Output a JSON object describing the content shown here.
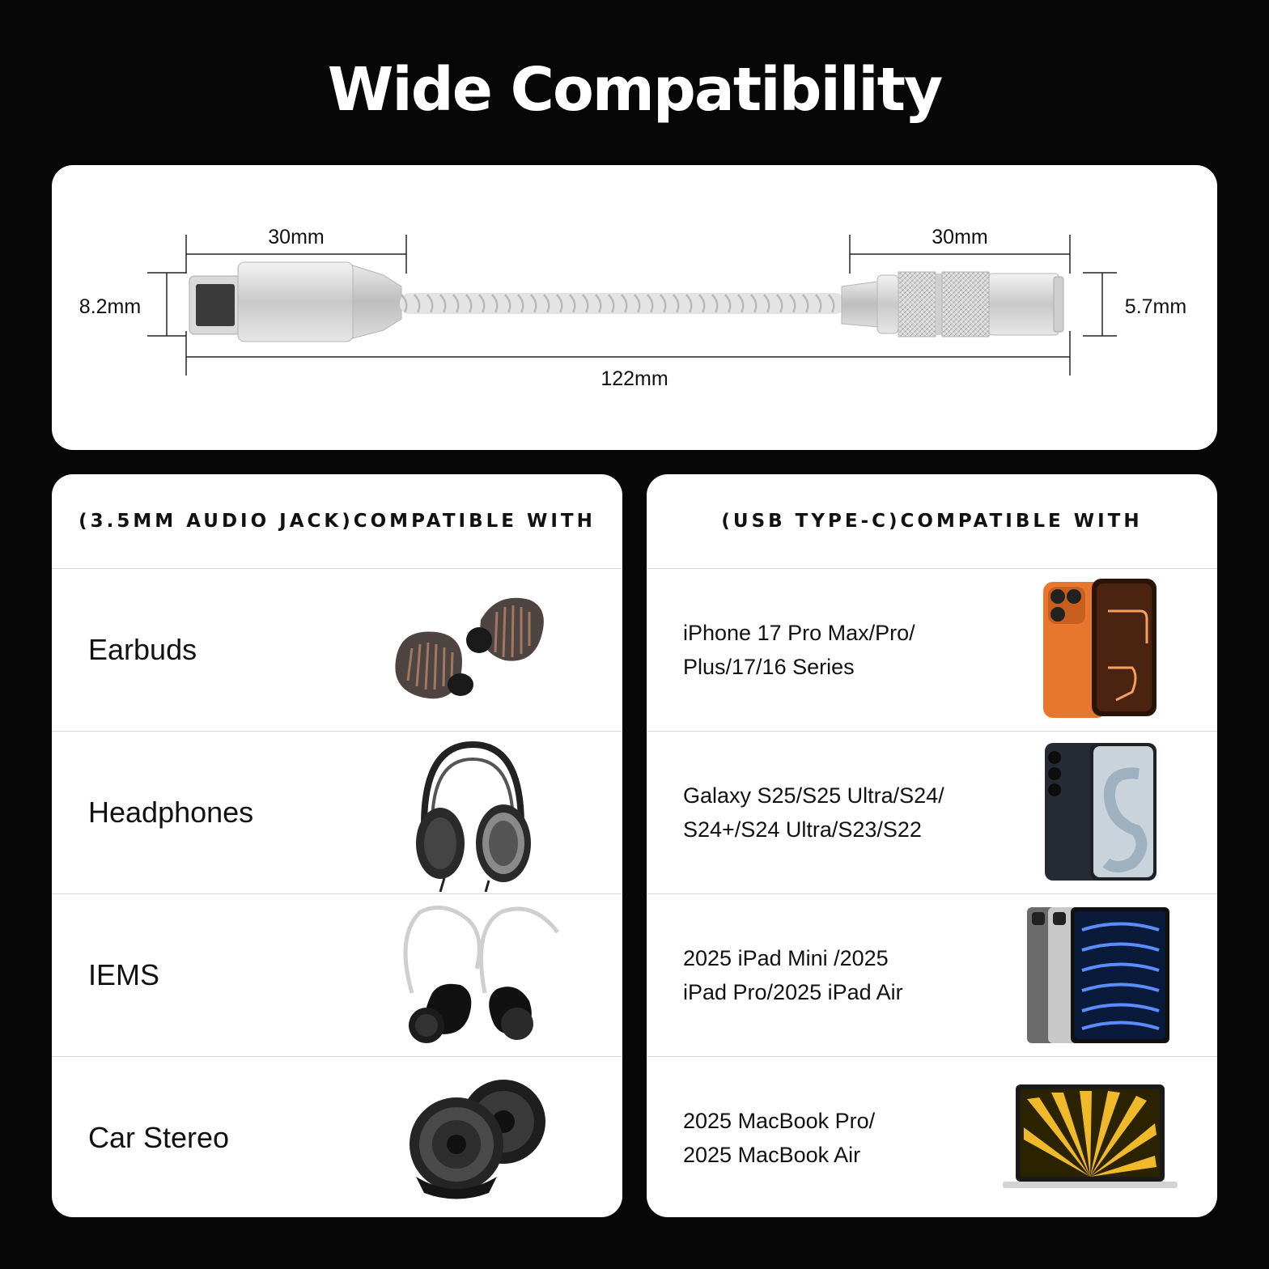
{
  "title": "Wide Compatibility",
  "dimensions": {
    "left_connector_length": "30mm",
    "right_connector_length": "30mm",
    "left_height": "8.2mm",
    "right_height": "5.7mm",
    "total_length": "122mm"
  },
  "left_panel": {
    "header": "(3.5MM AUDIO JACK)COMPATIBLE WITH",
    "items": [
      {
        "label": "Earbuds",
        "icon": "earbuds-image"
      },
      {
        "label": "Headphones",
        "icon": "headphones-image"
      },
      {
        "label": "IEMS",
        "icon": "iems-image"
      },
      {
        "label": "Car Stereo",
        "icon": "car-speaker-image"
      }
    ]
  },
  "right_panel": {
    "header": "(USB TYPE-C)COMPATIBLE WITH",
    "items": [
      {
        "line1": "iPhone 17 Pro Max/Pro/",
        "line2": "Plus/17/16 Series",
        "icon": "iphone-image"
      },
      {
        "line1": "Galaxy S25/S25 Ultra/S24/",
        "line2": "S24+/S24 Ultra/S23/S22",
        "icon": "galaxy-phone-image"
      },
      {
        "line1": "2025 iPad Mini /2025",
        "line2": "iPad Pro/2025 iPad Air",
        "icon": "ipad-image"
      },
      {
        "line1": "2025 MacBook Pro/",
        "line2": "2025 MacBook Air",
        "icon": "macbook-image"
      }
    ]
  }
}
